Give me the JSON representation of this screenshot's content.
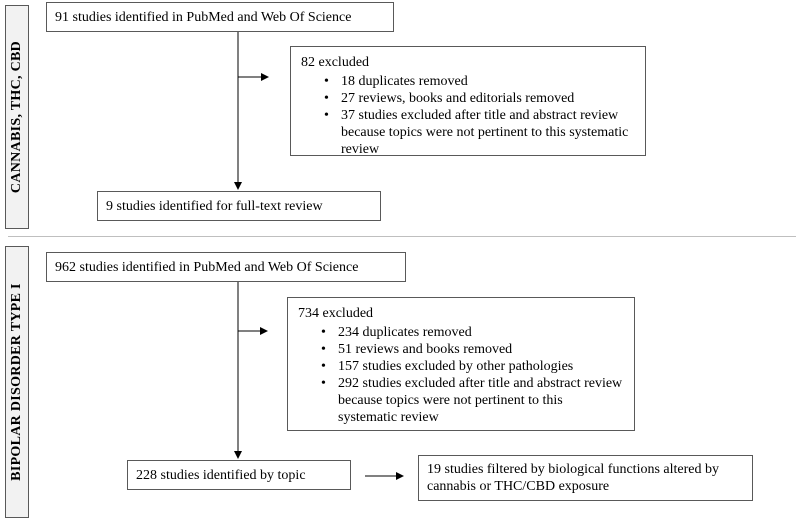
{
  "sections": {
    "cannabis": {
      "label": "CANNABIS, THC, CBD",
      "identified": "91 studies identified in PubMed and Web Of Science",
      "excluded_title": "82 excluded",
      "excluded_items": [
        "18 duplicates removed",
        "27 reviews, books and editorials removed",
        "37 studies excluded after title and abstract review because topics were not pertinent to this systematic review"
      ],
      "full_text": "9 studies identified for full-text review"
    },
    "bipolar": {
      "label": "BIPOLAR DISORDER TYPE I",
      "identified": "962 studies identified in PubMed and Web Of Science",
      "excluded_title": "734 excluded",
      "excluded_items": [
        "234 duplicates removed",
        "51 reviews and books removed",
        "157 studies excluded by other pathologies",
        "292 studies excluded after title and abstract review because topics were not pertinent to this systematic review"
      ],
      "by_topic": "228 studies identified by topic",
      "filtered": "19 studies filtered by biological functions altered by cannabis or THC/CBD  exposure"
    }
  },
  "colors": {
    "border": "#595959",
    "sidebar_bg": "#f2f2f2",
    "divider": "#bfbfbf"
  }
}
